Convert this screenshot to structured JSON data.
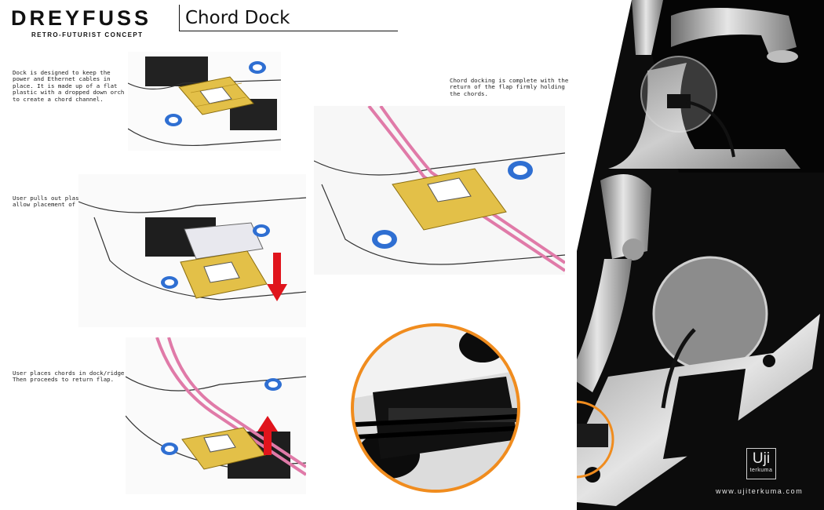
{
  "header": {
    "brand": "DREYFUSS",
    "subtitle": "RETRO-FUTURIST CONCEPT",
    "title": "Chord Dock"
  },
  "notes": {
    "dock_description": "Dock is designed to keep the power and Ethernet cables in place. It is made up of a flat plastic with a dropped down orch to create a chord channel.",
    "docking_complete": "Chord docking is complete with the return of the flap firmly holding the chords.",
    "pull_flap": "User pulls out plastic flap to allow placement of chords.",
    "place_chords": "User places chords in dock/ridge. Then proceeds to return flap."
  },
  "branding": {
    "logo_text": "Uji",
    "logo_sub": "terkuma",
    "url": "www.ujiterkuma.com"
  },
  "colors": {
    "dock_yellow": "#e3c048",
    "cable_pink": "#e07aa8",
    "screw_blue": "#2f6fd2",
    "arrow_red": "#e0141c",
    "callout_orange": "#f08c1e",
    "background_dark": "#0c0c0c"
  }
}
